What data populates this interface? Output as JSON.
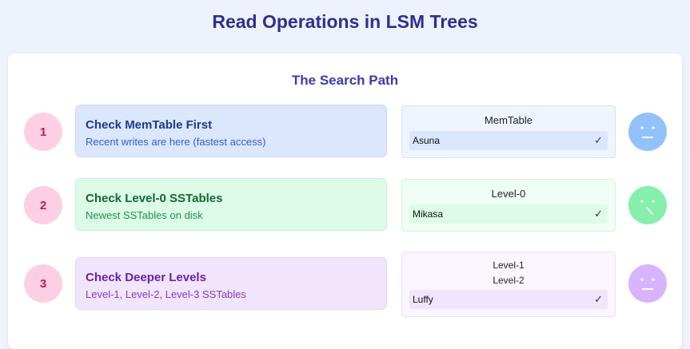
{
  "header": {
    "title": "Read Operations in LSM Trees"
  },
  "section": {
    "subtitle": "The Search Path"
  },
  "steps": [
    {
      "number": "1",
      "title": "Check MemTable First",
      "description": "Recent writes are here (fastest access)",
      "store_labels": [
        "MemTable"
      ],
      "record": "Asuna",
      "check": "✓",
      "avatar": "neutral-face-icon",
      "color": "#93c1fb"
    },
    {
      "number": "2",
      "title": "Check Level-0 SSTables",
      "description": "Newest SSTables on disk",
      "store_labels": [
        "Level-0"
      ],
      "record": "Mikasa",
      "check": "✓",
      "avatar": "surprised-face-icon",
      "color": "#86efac"
    },
    {
      "number": "3",
      "title": "Check Deeper Levels",
      "description": "Level-1, Level-2, Level-3 SSTables",
      "store_labels": [
        "Level-1",
        "Level-2"
      ],
      "record": "Luffy",
      "check": "✓",
      "avatar": "neutral-face-icon",
      "color": "#d8b4fe"
    }
  ]
}
